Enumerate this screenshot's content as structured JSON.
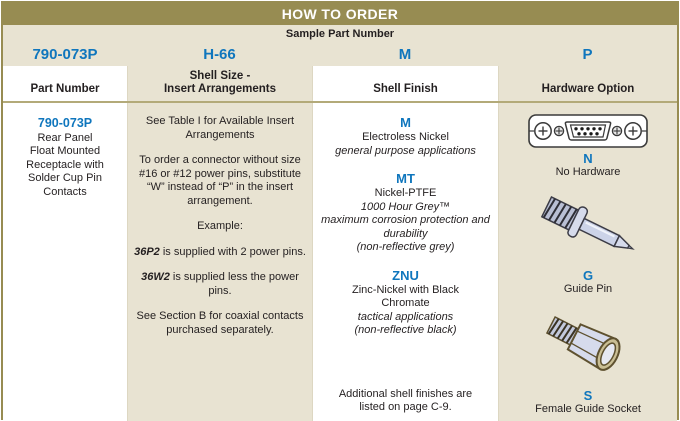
{
  "colors": {
    "olive_header": "#978C52",
    "tan_panel": "#E8E3D2",
    "accent_blue": "#0F76BD",
    "divider_olive": "#B3AA79",
    "text_black": "#231F20"
  },
  "title_bar": {
    "title": "HOW TO ORDER"
  },
  "sample_row": {
    "label": "Sample Part Number",
    "values": [
      "790-073P",
      "H-66",
      "M",
      "P"
    ]
  },
  "headers": {
    "part_number": "Part Number",
    "shell_size": "Shell Size -\nInsert Arrangements",
    "shell_finish": "Shell Finish",
    "hardware_option": "Hardware Option"
  },
  "part_number_col": {
    "code": "790-073P",
    "description": "Rear Panel\nFloat Mounted\nReceptacle with\nSolder Cup Pin\nContacts"
  },
  "shell_size_col": {
    "para1": "See Table I for Available Insert\nArrangements",
    "para2": "To order a connector without size\n#16 or #12 power pins, substitute\n“W” instead of “P” in the insert\narrangement.",
    "example_label": "Example:",
    "examples": [
      {
        "code": "36P2",
        "text": " is supplied with 2 power pins."
      },
      {
        "code": "36W2",
        "text": " is supplied less the power pins."
      }
    ],
    "para3": "See Section B for coaxial contacts\npurchased separately."
  },
  "shell_finish_col": {
    "finishes": [
      {
        "code": "M",
        "name": "Electroless Nickel",
        "note": "general purpose applications"
      },
      {
        "code": "MT",
        "name": "Nickel-PTFE",
        "note": "1000 Hour Grey™\nmaximum corrosion protection and\ndurability\n(non-reflective grey)"
      },
      {
        "code": "ZNU",
        "name": "Zinc-Nickel with Black\nChromate",
        "note": "tactical applications\n(non-reflective black)"
      }
    ],
    "footnote": "Additional shell finishes are\nlisted on page C-9."
  },
  "hardware_col": {
    "options": [
      {
        "code": "N",
        "label": "No Hardware",
        "icon": "dsub-connector-face-icon"
      },
      {
        "code": "G",
        "label": "Guide Pin",
        "icon": "guide-pin-icon"
      },
      {
        "code": "S",
        "label": "Female Guide Socket",
        "icon": "female-guide-socket-icon"
      }
    ]
  }
}
